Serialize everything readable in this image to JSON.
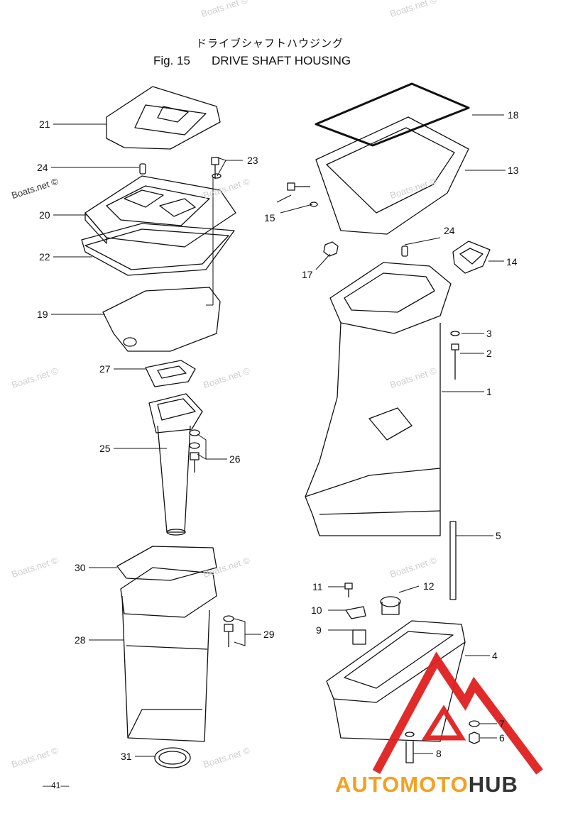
{
  "header": {
    "title_jp": "ドライブシャフトハウジング",
    "fig_label": "Fig. 15",
    "title_en": "DRIVE SHAFT HOUSING"
  },
  "callouts": {
    "c1": "1",
    "c2": "2",
    "c3": "3",
    "c4": "4",
    "c5": "5",
    "c6": "6",
    "c7": "7",
    "c8": "8",
    "c9": "9",
    "c10": "10",
    "c11": "11",
    "c12": "12",
    "c13": "13",
    "c14": "14",
    "c15": "15",
    "c17": "17",
    "c18": "18",
    "c19": "19",
    "c20": "20",
    "c21": "21",
    "c22": "22",
    "c23": "23",
    "c24a": "24",
    "c24b": "24",
    "c25": "25",
    "c26": "26",
    "c27": "27",
    "c28": "28",
    "c29": "29",
    "c30": "30",
    "c31": "31"
  },
  "watermark": "Boats.net ©",
  "page_number": "—41—",
  "logo": {
    "part1": "AUTOMOTO",
    "part2": "HUB",
    "accent_color": "#e02020",
    "orange": "#f4a020"
  }
}
